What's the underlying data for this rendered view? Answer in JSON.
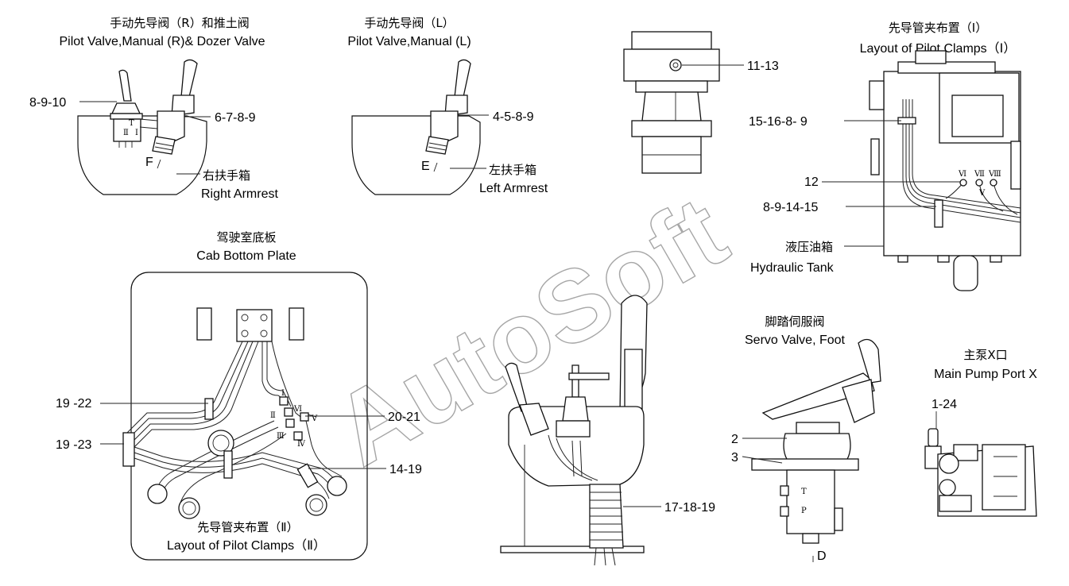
{
  "labels": {
    "right_valve_zh": "手动先导阀（R）和推土阀",
    "right_valve_en": "Pilot Valve,Manual (R)& Dozer Valve",
    "left_valve_zh": "手动先导阀（L）",
    "left_valve_en": "Pilot Valve,Manual (L)",
    "clamps1_zh": "先导管夹布置（Ⅰ）",
    "clamps1_en": "Layout of Pilot Clamps（Ⅰ）",
    "right_armrest_zh": "右扶手箱",
    "right_armrest_en": "Right Armrest",
    "left_armrest_zh": "左扶手箱",
    "left_armrest_en": "Left Armrest",
    "cab_plate_zh": "驾驶室底板",
    "cab_plate_en": "Cab Bottom Plate",
    "tank_zh": "液压油箱",
    "tank_en": "Hydraulic Tank",
    "foot_valve_zh": "脚踏伺服阀",
    "foot_valve_en": "Servo Valve, Foot",
    "pump_zh": "主泵X口",
    "pump_en": "Main Pump Port X",
    "clamps2_zh": "先导管夹布置（Ⅱ）",
    "clamps2_en": "Layout of Pilot Clamps（Ⅱ）"
  },
  "callouts": {
    "c_8_9_10": "8-9-10",
    "c_6_7_8_9": "6-7-8-9",
    "c_4_5_8_9": "4-5-8-9",
    "c_11_13": "11-13",
    "c_15_16_8_9": "15-16-8- 9",
    "c_12": "12",
    "c_8_9_14_15": "8-9-14-15",
    "c_19_22": "19 -22",
    "c_19_23": "19 -23",
    "c_20_21": "20-21",
    "c_14_19": "14-19",
    "c_17_18_19": "17-18-19",
    "c_2": "2",
    "c_3": "3",
    "c_1_24": "1-24"
  },
  "letters": {
    "F": "F",
    "E": "E",
    "D": "D",
    "T": "T",
    "P": "P"
  },
  "roman": {
    "r1": "Ⅰ",
    "r2": "Ⅱ",
    "r3": "Ⅲ",
    "r4": "Ⅳ",
    "r5": "Ⅴ",
    "r6": "Ⅵ",
    "r7": "Ⅶ",
    "r8": "Ⅷ"
  },
  "watermark": "AutoSoft"
}
